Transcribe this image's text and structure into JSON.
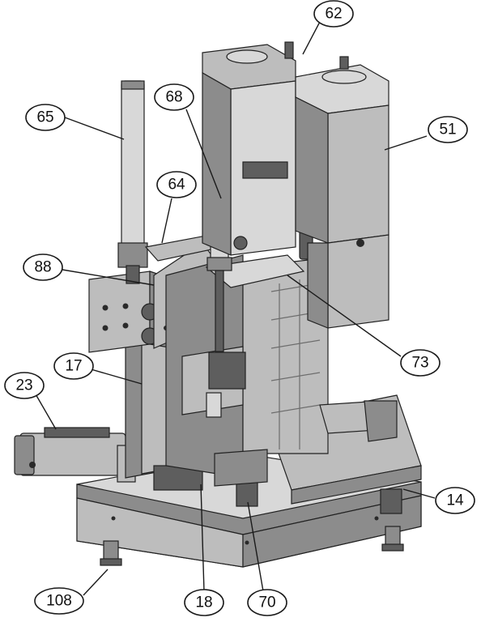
{
  "callouts": [
    {
      "label": "62"
    },
    {
      "label": "65"
    },
    {
      "label": "68"
    },
    {
      "label": "51"
    },
    {
      "label": "64"
    },
    {
      "label": "88"
    },
    {
      "label": "73"
    },
    {
      "label": "17"
    },
    {
      "label": "23"
    },
    {
      "label": "14"
    },
    {
      "label": "108"
    },
    {
      "label": "18"
    },
    {
      "label": "70"
    }
  ]
}
